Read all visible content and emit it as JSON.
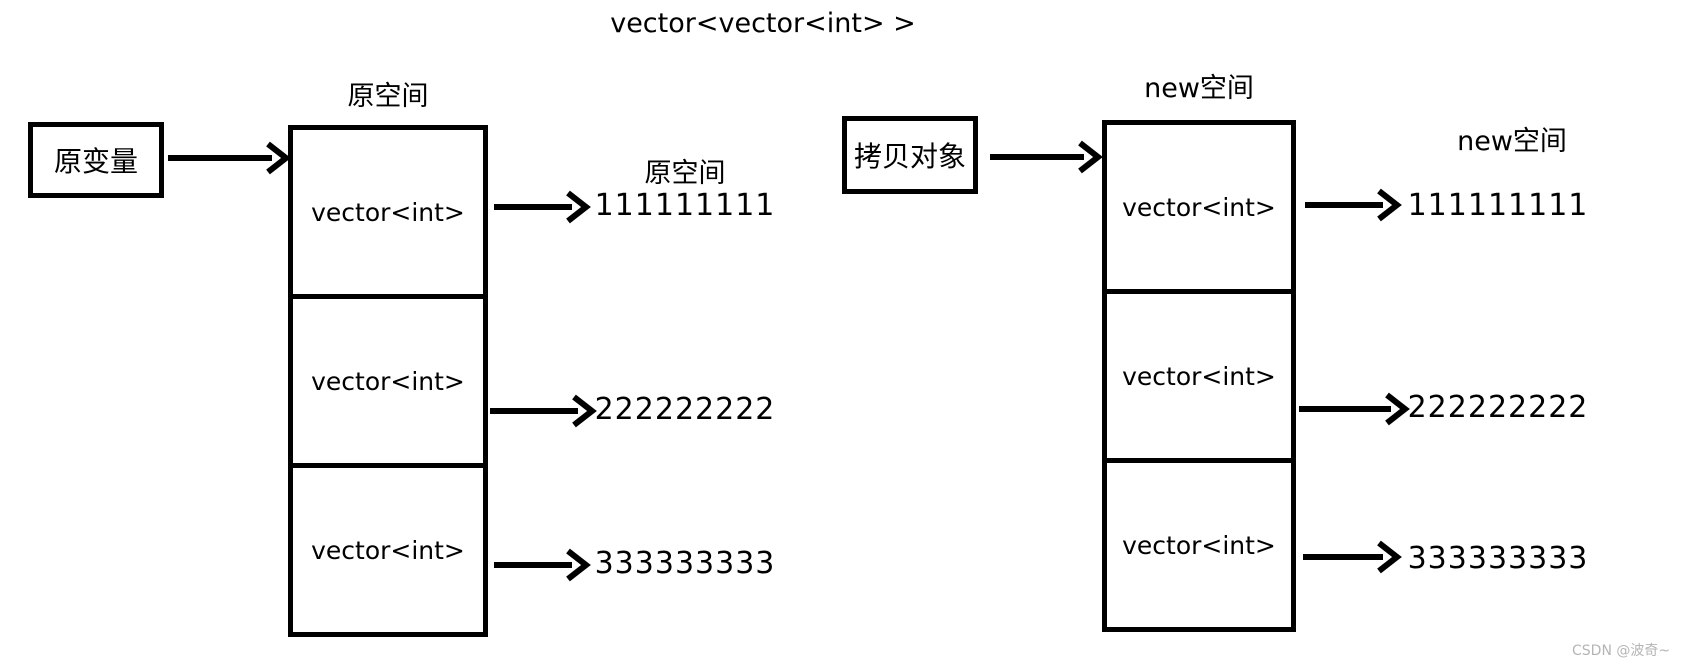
{
  "title": "vector<vector<int> >",
  "left": {
    "source_label": "原变量",
    "stack_label": "原空间",
    "cells": [
      "vector<int>",
      "vector<int>",
      "vector<int>"
    ],
    "row1_label": "原空间",
    "values": [
      "111111111",
      "222222222",
      "333333333"
    ]
  },
  "right": {
    "source_label": "拷贝对象",
    "stack_label": "new空间",
    "cells": [
      "vector<int>",
      "vector<int>",
      "vector<int>"
    ],
    "row1_label": "new空间",
    "values": [
      "111111111",
      "222222222",
      "333333333"
    ]
  },
  "watermark": "CSDN @波奇~",
  "colors": {
    "ink": "#000000",
    "background": "#ffffff",
    "watermark": "#b5b5b5"
  }
}
